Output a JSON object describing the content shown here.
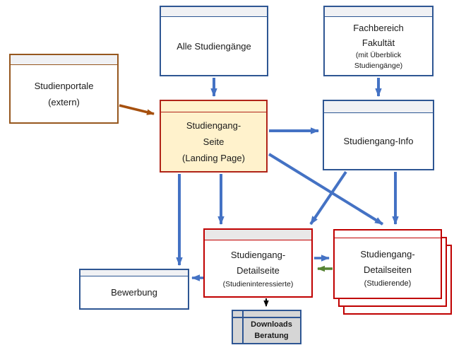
{
  "colors": {
    "blue_border": "#2E5693",
    "header_fill": "#F0F1F4",
    "brown_border": "#96571E",
    "landing_border": "#B02418",
    "landing_fill": "#FFF2CC",
    "red_border": "#C00000",
    "gray_header_fill": "#E9E8E8",
    "downloads_fill": "#D6D6D6",
    "arrow_blue": "#4472C4",
    "arrow_green": "#578434",
    "arrow_brown": "#A6500E",
    "arrow_black": "#000000",
    "text": "#1A1A1A"
  },
  "boxes": {
    "studienportale": {
      "lines": [
        "Studienportale",
        "(extern)"
      ]
    },
    "alle_studiengaenge": {
      "lines": [
        "Alle Studiengänge"
      ]
    },
    "fachbereich": {
      "lines": [
        "Fachbereich",
        "Fakultät"
      ],
      "sublines": [
        "(mit Überblick",
        "Studiengänge)"
      ]
    },
    "landing": {
      "lines": [
        "Studiengang-",
        "Seite",
        "(Landing Page)"
      ]
    },
    "info": {
      "lines": [
        "Studiengang-Info"
      ]
    },
    "bewerbung": {
      "lines": [
        "Bewerbung"
      ]
    },
    "detailseite": {
      "lines": [
        "Studiengang-",
        "Detailseite"
      ],
      "sublines": [
        "(Studieninteressierte)"
      ]
    },
    "detailseiten": {
      "lines": [
        "Studiengang-",
        "Detailseiten"
      ],
      "sublines": [
        "(Studierende)"
      ]
    },
    "downloads": {
      "lines": [
        "Downloads",
        "Beratung"
      ]
    }
  },
  "edges": [
    {
      "from": "studienportale",
      "to": "landing",
      "color": "brown"
    },
    {
      "from": "alle_studiengaenge",
      "to": "landing",
      "color": "blue"
    },
    {
      "from": "fachbereich",
      "to": "info",
      "color": "blue"
    },
    {
      "from": "landing",
      "to": "info",
      "color": "blue"
    },
    {
      "from": "landing",
      "to": "bewerbung",
      "color": "blue"
    },
    {
      "from": "landing",
      "to": "detailseite",
      "color": "blue"
    },
    {
      "from": "landing",
      "to": "detailseiten",
      "color": "blue"
    },
    {
      "from": "info",
      "to": "detailseite",
      "color": "blue"
    },
    {
      "from": "info",
      "to": "detailseiten",
      "color": "blue"
    },
    {
      "from": "detailseite",
      "to": "detailseiten",
      "color": "blue"
    },
    {
      "from": "detailseiten",
      "to": "detailseite",
      "color": "green"
    },
    {
      "from": "detailseite",
      "to": "bewerbung",
      "color": "blue"
    },
    {
      "from": "detailseite",
      "to": "downloads",
      "color": "black"
    }
  ]
}
